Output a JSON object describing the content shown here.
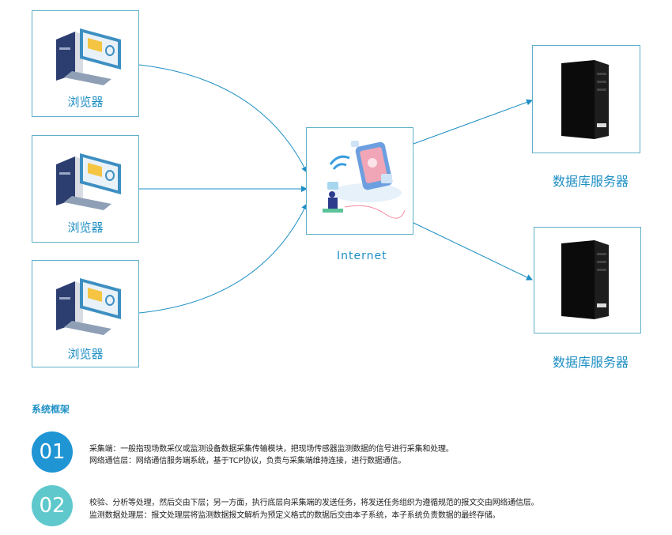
{
  "browsers": [
    {
      "label": "浏览器"
    },
    {
      "label": "浏览器"
    },
    {
      "label": "浏览器"
    }
  ],
  "internet": {
    "label": "Internet"
  },
  "servers": [
    {
      "label": "数据库服务器"
    },
    {
      "label": "数据库服务器"
    }
  ],
  "section": {
    "title": "系统框架"
  },
  "items": [
    {
      "number": "01",
      "color": "#1f95d4",
      "lines": [
        "采集端：一般指现场数采仪或监测设备数据采集传输模块，把现场传感器监测数据的信号进行采集和处理。",
        "网络通信层：网络通信服务端系统，基于TCP协议，负责与采集端维持连接，进行数据通信。"
      ]
    },
    {
      "number": "02",
      "color": "#5fc8cc",
      "lines": [
        "校验、分析等处理，然后交由下层；另一方面，执行底层向采集端的发送任务，将发送任务组织为遵循规范的报文交由网络通信层。",
        "监测数据处理层：报文处理层将监测数据报文解析为预定义格式的数据后交由本子系统，本子系统负责数据的最终存储。"
      ]
    }
  ],
  "colors": {
    "accent": "#1e8fc4",
    "border": "#5fb0c9",
    "line": "#1e8fc4"
  }
}
